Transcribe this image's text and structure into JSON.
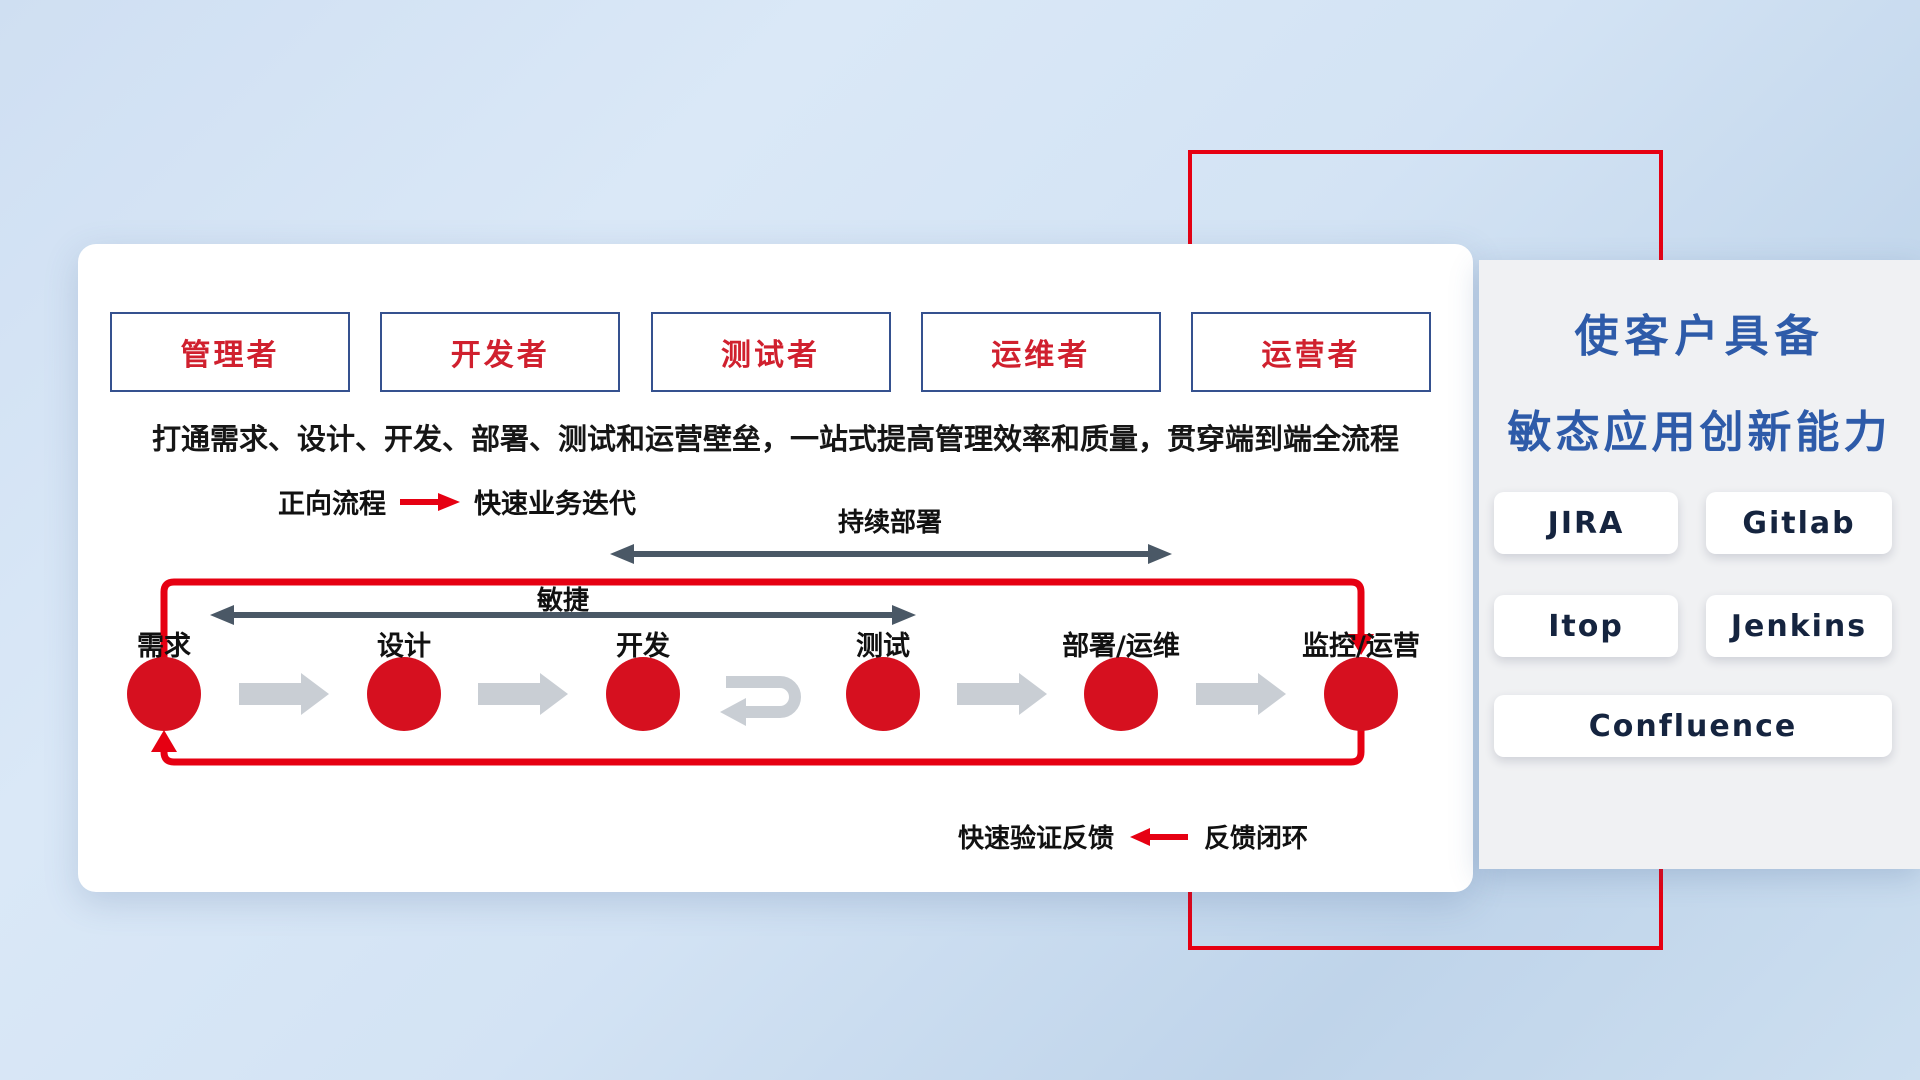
{
  "roles": [
    "管理者",
    "开发者",
    "测试者",
    "运维者",
    "运营者"
  ],
  "description": "打通需求、设计、开发、部署、测试和运营壁垒，一站式提高管理效率和质量，贯穿端到端全流程",
  "legends": {
    "forward_label": "正向流程",
    "forward_value": "快速业务迭代",
    "feedback_label": "快速验证反馈",
    "feedback_value": "反馈闭环"
  },
  "flow": {
    "stages": [
      "需求",
      "设计",
      "开发",
      "测试",
      "部署/运维",
      "监控/运营"
    ],
    "span_agile": "敏捷",
    "span_cd": "持续部署"
  },
  "right_panel": {
    "title_line1": "使客户具备",
    "title_line2": "敏态应用创新能力",
    "tools": [
      "JIRA",
      "Gitlab",
      "Itop",
      "Jenkins",
      "Confluence"
    ]
  },
  "colors": {
    "accent_red": "#e60012",
    "circle_red": "#d6101f",
    "role_text_red": "#d0202e",
    "role_border_blue": "#35518f",
    "title_blue": "#2e5ba9",
    "dark_arrow": "#4a5866",
    "gray_arrow": "#c9ced4",
    "background_blue": "#cfdff2"
  }
}
